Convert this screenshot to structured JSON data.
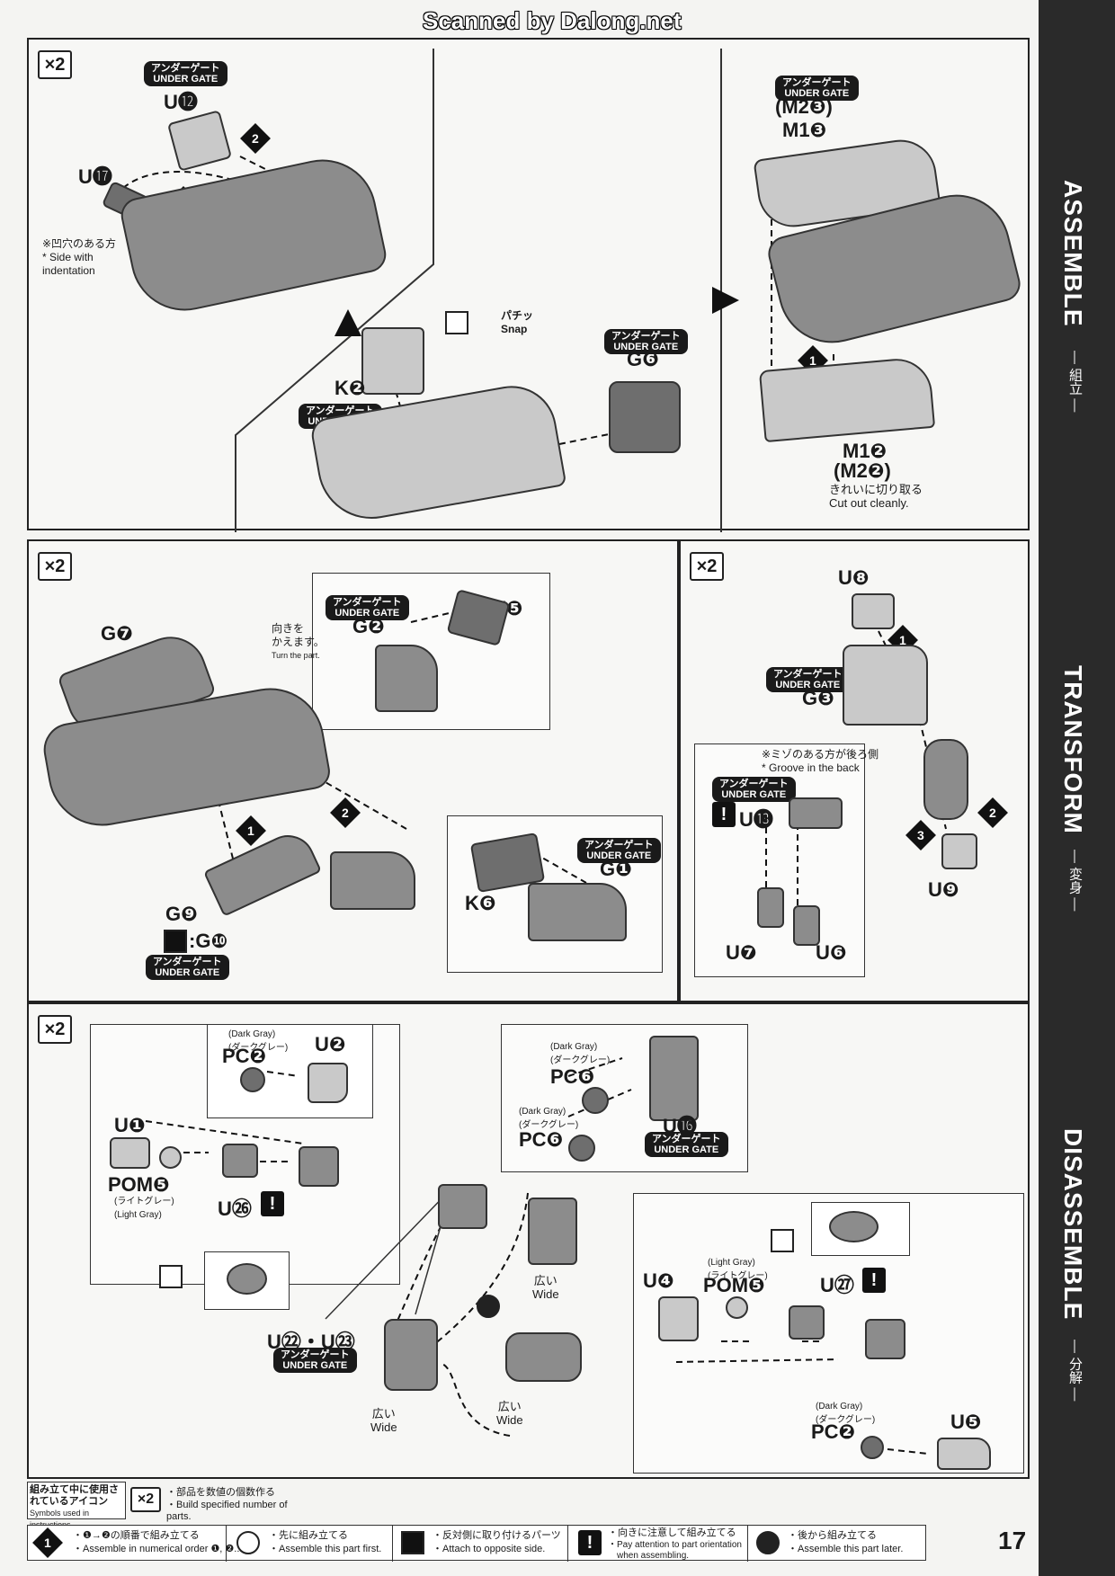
{
  "header": {
    "scanned": "Scanned by Dalong.net"
  },
  "sidebar": {
    "assemble": "ASSEMBLE",
    "assemble_jp": "— 組立 —",
    "transform": "TRANSFORM",
    "transform_jp": "— 変身 —",
    "disassemble": "DISASSEMBLE",
    "disassemble_jp": "— 分解 —"
  },
  "common": {
    "x2": "×2",
    "gate_jp": "アンダーゲート",
    "gate_en": "UNDER GATE"
  },
  "panel1": {
    "u12": "U⓬",
    "u17": "U⓱",
    "indent_jp": "※凹穴のある方",
    "indent_en1": "* Side with",
    "indent_en2": "indentation",
    "k2": "K❷",
    "g6": "G❻",
    "snap_jp": "パチッ",
    "snap_en": "Snap",
    "m23": "(M2❸)",
    "m13": "M1❸",
    "m12": "M1❷",
    "m22": "(M2❷)",
    "cut_jp": "きれいに切り取る",
    "cut_en": "Cut out cleanly."
  },
  "panel2": {
    "g7": "G❼",
    "g2": "G❷",
    "k5": "K❺",
    "turn_jp1": "向きを",
    "turn_jp2": "かえます。",
    "turn_en": "Turn the part.",
    "g9": "G❾",
    "g10": ":G❿",
    "g1": "G❶",
    "k6": "K❻"
  },
  "panel3": {
    "u8": "U❽",
    "g3": "G❸",
    "groove_jp": "※ミゾのある方が後ろ側",
    "groove_en": "* Groove in the back",
    "u13": "U⓭",
    "u7": "U❼",
    "u6": "U❻",
    "u9": "U❾"
  },
  "panel4": {
    "dark_gray": "(Dark Gray)",
    "dark_gray_jp": "(ダークグレー)",
    "light_gray": "(Light Gray)",
    "light_gray_jp": "(ライトグレー)",
    "pc2": "PC❷",
    "u2": "U❷",
    "u1": "U❶",
    "pom5": "POM❺",
    "u26": "U㉖",
    "pc6": "PC❻",
    "u16": "U⓰",
    "u22_23": "U㉒・U㉓",
    "wide_jp": "広い",
    "wide_en": "Wide",
    "u4": "U❹",
    "u27": "U㉗",
    "u5": "U❺"
  },
  "legend": {
    "title_jp": "組み立て中に使用されているアイコン",
    "title_en": "Symbols used in instructions",
    "x2_jp": "・部品を数値の個数作る",
    "x2_en": "・Build specified number of parts.",
    "order_jp": "・❶→❷の順番で組み立てる",
    "order_en": "・Assemble in numerical order ❶, ❷...",
    "first_jp": "・先に組み立てる",
    "first_en": "・Assemble this part first.",
    "opp_jp": "・反対側に取り付けるパーツ",
    "opp_en": "・Attach to opposite side.",
    "orient_jp": "・向きに注意して組み立てる",
    "orient_en1": "・Pay attention to part orientation",
    "orient_en2": "when assembling.",
    "later_jp": "・後から組み立てる",
    "later_en": "・Assemble this part later."
  },
  "page_number": "17"
}
